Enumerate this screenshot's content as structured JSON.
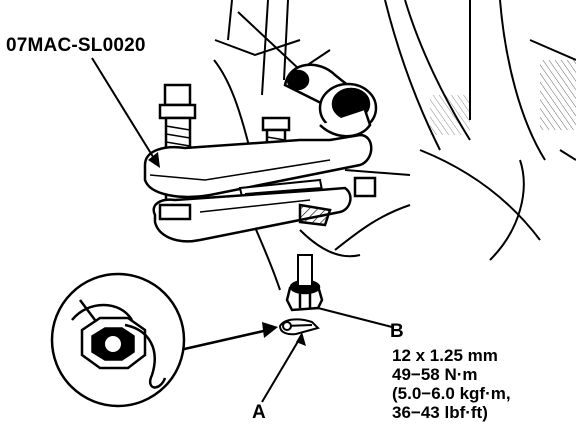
{
  "labels": {
    "tool": "07MAC-SL0020",
    "a": "A",
    "b": "B"
  },
  "spec_b": [
    "12 x 1.25 mm",
    "49−58 N·m",
    "(5.0−6.0 kgf·m,",
    "36−43 lbf·ft)"
  ],
  "colors": {
    "ink": "#000000",
    "paper": "#ffffff"
  }
}
